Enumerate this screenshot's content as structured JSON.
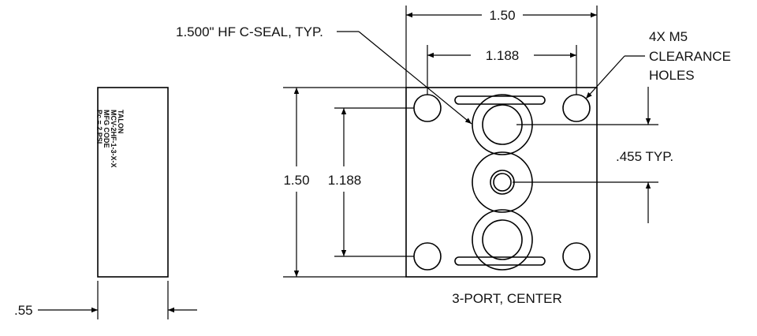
{
  "dimensions": {
    "side_thickness": ".55",
    "top_width": "1.50",
    "top_hole_spacing": "1.188",
    "left_height": "1.50",
    "left_hole_spacing": "1.188",
    "port_spacing": ".455 TYP."
  },
  "callouts": {
    "seal": "1.500\" HF C-SEAL, TYP.",
    "holes_line1": "4X M5",
    "holes_line2": "CLEARANCE",
    "holes_line3": "HOLES"
  },
  "view_caption": "3-PORT, CENTER",
  "side_label": {
    "line1": "TALON",
    "line2": "MCV-2HF-1-3-X-X",
    "line3": "MFG CODE",
    "line4": "Pc = 2 PSI"
  }
}
